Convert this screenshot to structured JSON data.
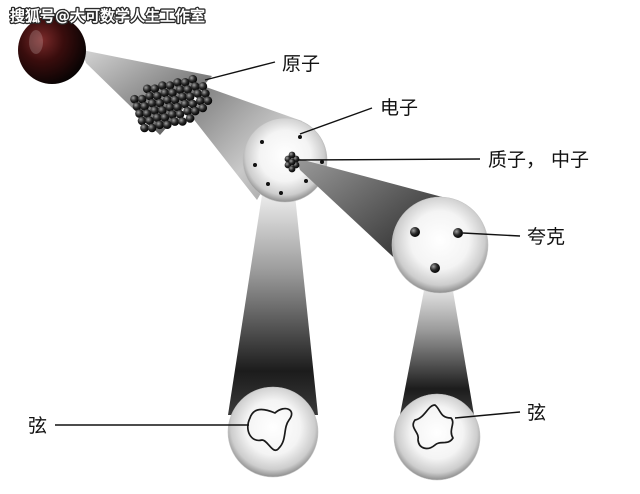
{
  "watermark": "搜狐号@大可数学人生工作室",
  "labels": {
    "atom": "原子",
    "electron": "电子",
    "proton_neutron": "质子， 中子",
    "quark": "夸克",
    "string_left": "弦",
    "string_right": "弦"
  }
}
